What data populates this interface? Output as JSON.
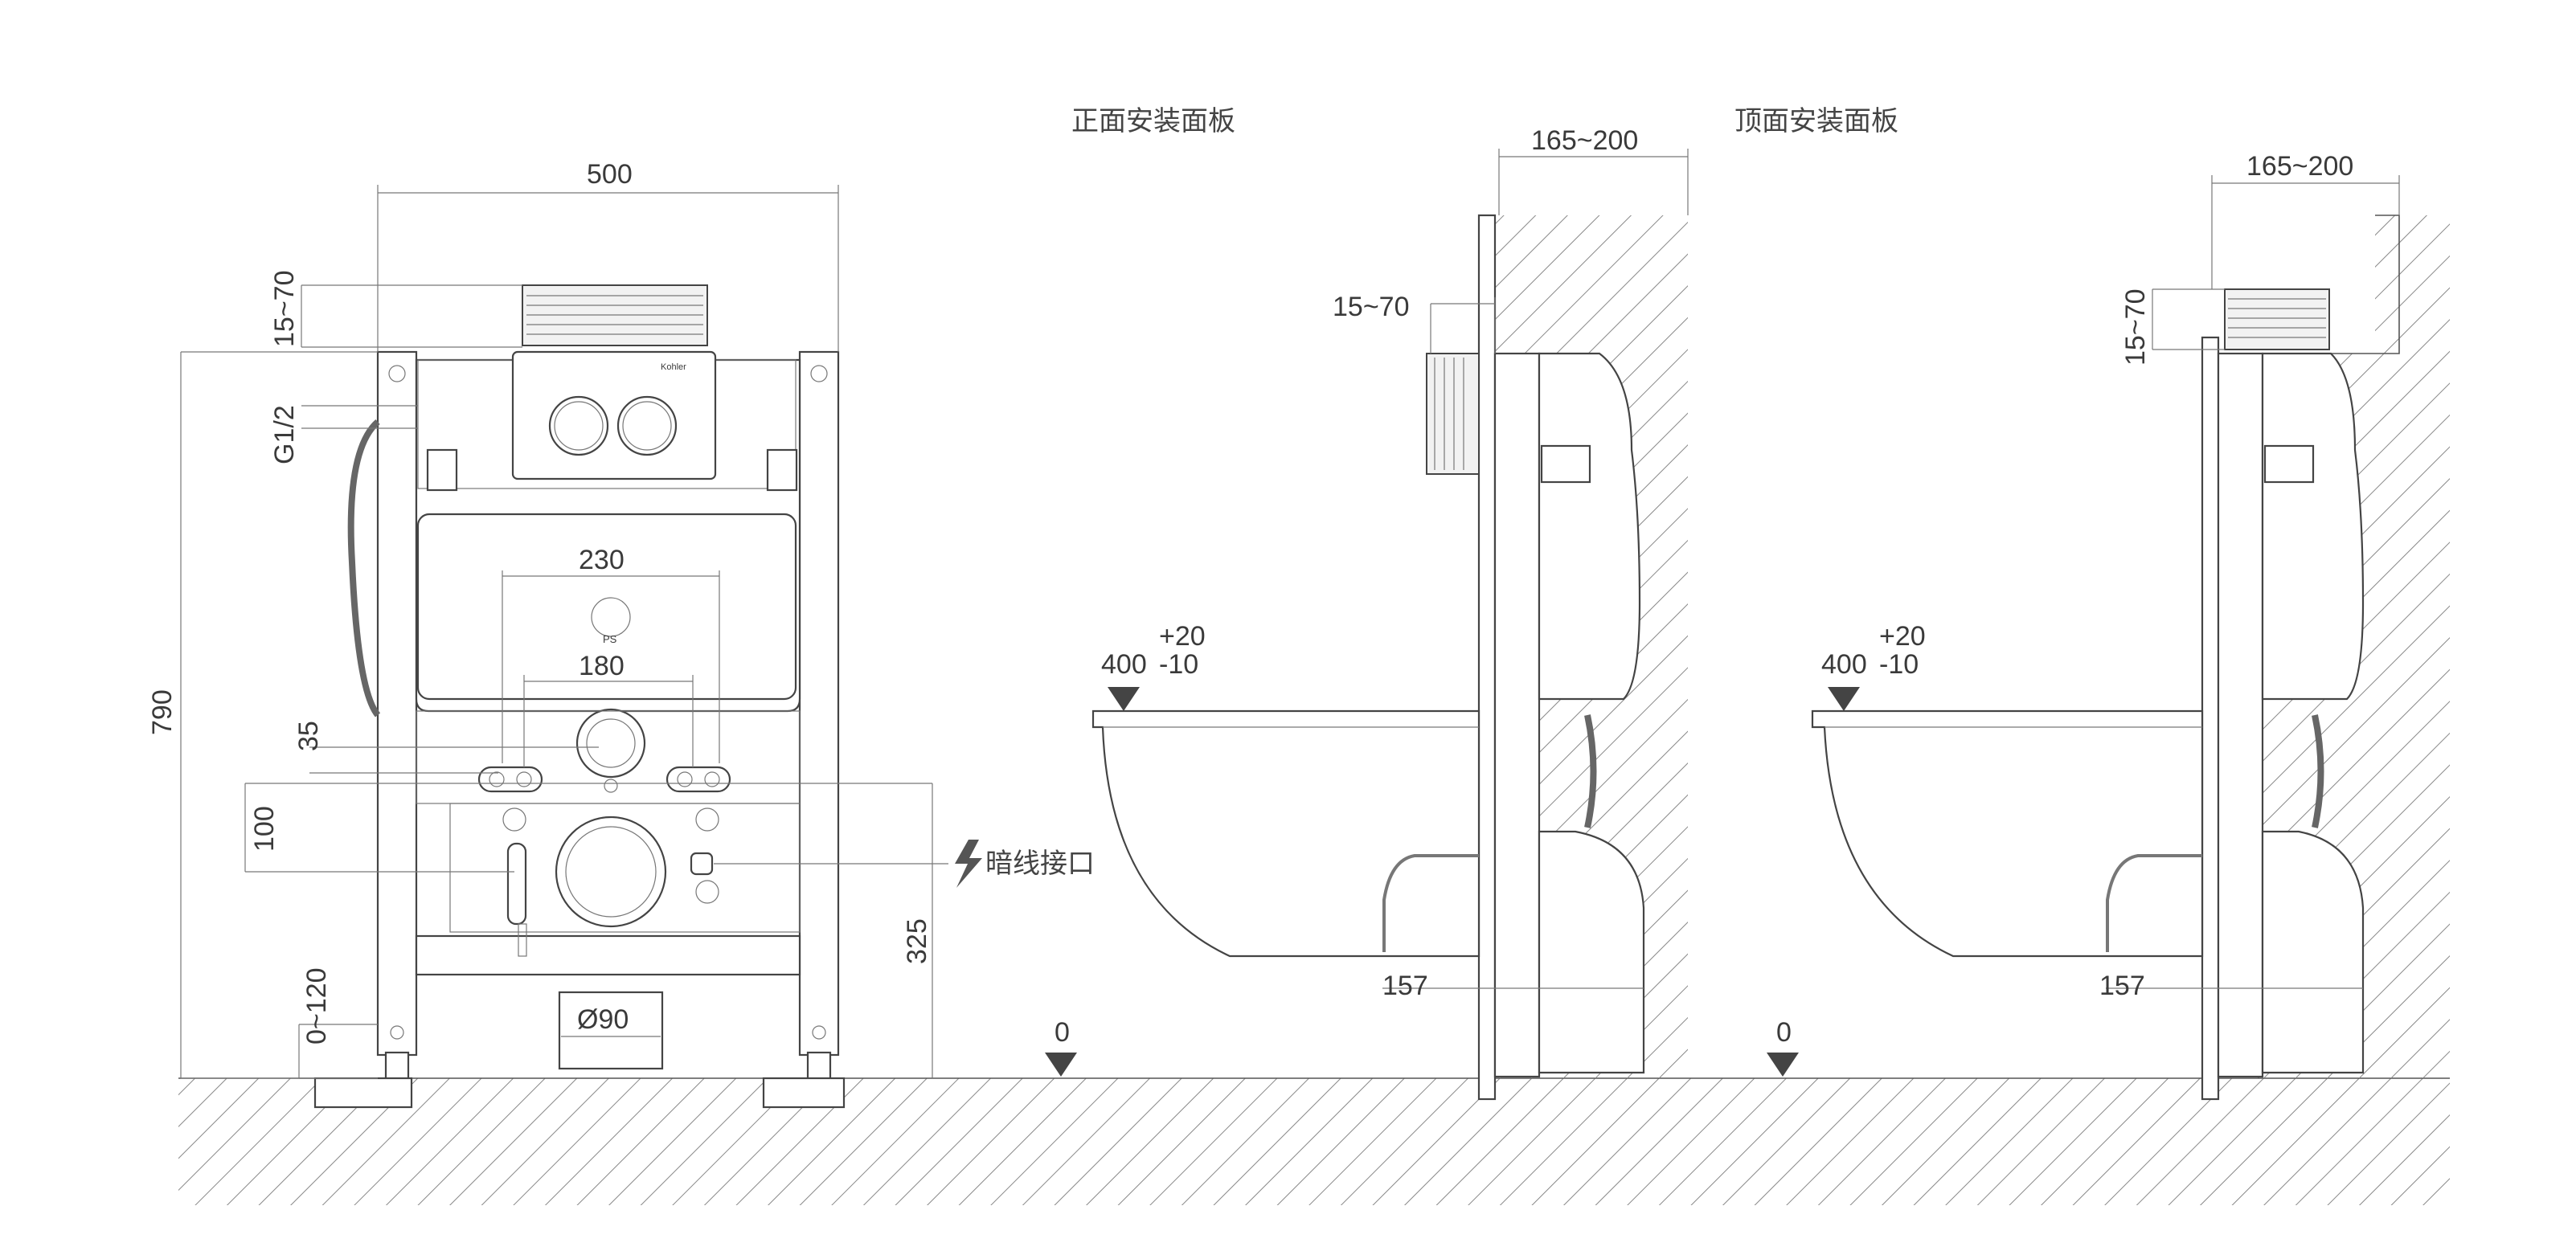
{
  "labels": {
    "front_panel": "正面安装面板",
    "top_panel": "顶面安装面板",
    "concealed_port": "暗线接口",
    "brand_mark": "Kohler"
  },
  "dimensions": {
    "width_500": "500",
    "d_15_70_front": "15~70",
    "height_790": "790",
    "g12": "G1/2",
    "d_230": "230",
    "d_180": "180",
    "d_35": "35",
    "d_100": "100",
    "d_325": "325",
    "d_0_120": "0~120",
    "d_90": "Ø90",
    "side1_165_200": "165~200",
    "side1_15_70": "15~70",
    "side1_400": "400",
    "side1_plus20": "+20",
    "side1_minus10": "-10",
    "side1_157": "157",
    "side1_zero": "0",
    "side2_165_200": "165~200",
    "side2_15_70": "15~70",
    "side2_400": "400",
    "side2_plus20": "+20",
    "side2_minus10": "-10",
    "side2_157": "157",
    "side2_zero": "0",
    "recycle_ps": "PS"
  }
}
